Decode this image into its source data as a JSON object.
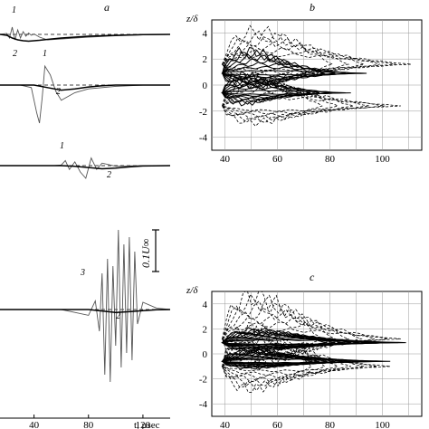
{
  "panels": {
    "a": {
      "letter": "a"
    },
    "b": {
      "letter": "b"
    },
    "c": {
      "letter": "c"
    }
  },
  "scale_bar_label": "0.1U∞",
  "chart_data": [
    {
      "panel": "a",
      "type": "line",
      "xlabel": "t, μsec",
      "xticks": [
        40,
        80,
        120
      ],
      "xlim": [
        15,
        140
      ],
      "grid": false,
      "traces": [
        {
          "id": 1,
          "curve_labels": [
            "1",
            "2"
          ],
          "baseline": "dashed",
          "series": [
            {
              "name": "1",
              "x": [
                15,
                20,
                22,
                24,
                26,
                28,
                30,
                32,
                34,
                36,
                38,
                40,
                44,
                50,
                60,
                80,
                100,
                120,
                140
              ],
              "y": [
                0,
                0.1,
                -0.4,
                0.8,
                -0.6,
                0.5,
                -0.4,
                0.3,
                -0.2,
                0.15,
                -0.1,
                0.05,
                -0.3,
                -0.6,
                -0.5,
                -0.3,
                -0.15,
                -0.05,
                0
              ]
            },
            {
              "name": "2",
              "x": [
                15,
                20,
                24,
                28,
                32,
                36,
                40,
                44,
                50,
                60,
                80,
                100,
                120,
                140
              ],
              "y": [
                0,
                -0.1,
                -0.4,
                -0.6,
                -0.7,
                -0.75,
                -0.7,
                -0.65,
                -0.55,
                -0.4,
                -0.2,
                -0.1,
                -0.03,
                0
              ]
            }
          ]
        },
        {
          "id": 2,
          "curve_labels": [
            "1",
            "2"
          ],
          "baseline": "dashed",
          "series": [
            {
              "name": "1",
              "x": [
                15,
                30,
                38,
                42,
                44,
                46,
                48,
                52,
                56,
                60,
                70,
                80,
                100,
                120,
                140
              ],
              "y": [
                0,
                0,
                -0.2,
                -2.2,
                -3.0,
                -1.0,
                1.5,
                0.8,
                -0.5,
                -1.2,
                -0.6,
                -0.3,
                -0.1,
                0,
                0
              ]
            },
            {
              "name": "2",
              "x": [
                15,
                40,
                50,
                60,
                70,
                80,
                90,
                100,
                120,
                140
              ],
              "y": [
                0,
                0,
                -0.2,
                -0.4,
                -0.3,
                -0.15,
                -0.05,
                0,
                0,
                0
              ]
            }
          ]
        },
        {
          "id": 3,
          "curve_labels": [
            "1",
            "2"
          ],
          "baseline": "dashed",
          "series": [
            {
              "name": "1",
              "x": [
                15,
                55,
                60,
                63,
                66,
                70,
                74,
                78,
                82,
                86,
                90,
                100,
                120,
                140
              ],
              "y": [
                0,
                0,
                0.05,
                0.4,
                -0.3,
                0.3,
                -0.5,
                -1.0,
                0.6,
                -0.3,
                0.2,
                -0.05,
                0,
                0
              ]
            },
            {
              "name": "2",
              "x": [
                15,
                60,
                70,
                80,
                90,
                100,
                110,
                120,
                140
              ],
              "y": [
                0,
                0,
                -0.05,
                -0.15,
                -0.25,
                -0.2,
                -0.1,
                -0.03,
                0
              ]
            }
          ]
        },
        {
          "id": 4,
          "curve_labels": [
            "3",
            "2"
          ],
          "baseline": "dashed",
          "series": [
            {
              "name": "3",
              "x": [
                15,
                60,
                70,
                80,
                85,
                88,
                90,
                92,
                94,
                96,
                98,
                100,
                102,
                104,
                106,
                108,
                110,
                112,
                114,
                116,
                120,
                130,
                140
              ],
              "y": [
                0,
                0,
                -0.2,
                -0.4,
                0.6,
                -1.5,
                2.5,
                -4.5,
                3.5,
                -5.0,
                3.0,
                -2.5,
                5.5,
                -4.0,
                4.5,
                -3.0,
                5.0,
                -3.5,
                4.0,
                -1.0,
                0.5,
                0.1,
                0
              ]
            },
            {
              "name": "2",
              "x": [
                15,
                80,
                90,
                100,
                110,
                120,
                130,
                140
              ],
              "y": [
                0,
                0,
                -0.1,
                -0.2,
                -0.15,
                -0.08,
                -0.02,
                0
              ]
            }
          ]
        }
      ]
    },
    {
      "panel": "b",
      "type": "contour",
      "ylabel": "z/δ",
      "xticks": [
        40,
        60,
        80,
        100
      ],
      "yticks": [
        4,
        2,
        0,
        -2,
        -4
      ],
      "xlim": [
        35,
        115
      ],
      "ylim": [
        -5,
        5
      ],
      "grid": true,
      "line_styles": [
        "solid",
        "dashed"
      ]
    },
    {
      "panel": "c",
      "type": "contour",
      "ylabel": "z/δ",
      "xticks": [
        40,
        60,
        80,
        100
      ],
      "yticks": [
        4,
        2,
        0,
        -2,
        -4
      ],
      "xlim": [
        35,
        115
      ],
      "ylim": [
        -5,
        5
      ],
      "grid": true,
      "line_styles": [
        "solid",
        "dashed"
      ]
    }
  ]
}
